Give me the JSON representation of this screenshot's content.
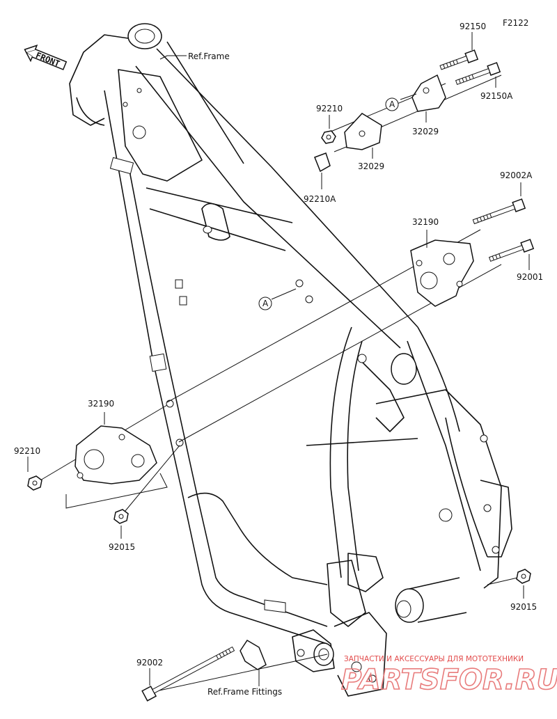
{
  "diagram_code": "F2122",
  "front_label": "FRONT",
  "watermark": {
    "tagline": "ЗАПЧАСТИ И АКСЕССУАРЫ ДЛЯ МОТОТЕХНИКИ",
    "logo": "PARTSFOR.RU"
  },
  "callouts": {
    "ref_frame": "Ref.Frame",
    "ref_frame_fittings": "Ref.Frame Fittings",
    "p92150": "92150",
    "p92150a": "92150A",
    "p32029_top": "32029",
    "p32029_bottom": "32029",
    "p92210_top": "92210",
    "p92210a": "92210A",
    "p92002a": "92002A",
    "p32190_right": "32190",
    "p92001": "92001",
    "p32190_left": "32190",
    "p92210_left": "92210",
    "p92015_left": "92015",
    "p92015_right": "92015",
    "p92002": "92002",
    "ref_a_top": "A",
    "ref_a_mid": "A"
  }
}
